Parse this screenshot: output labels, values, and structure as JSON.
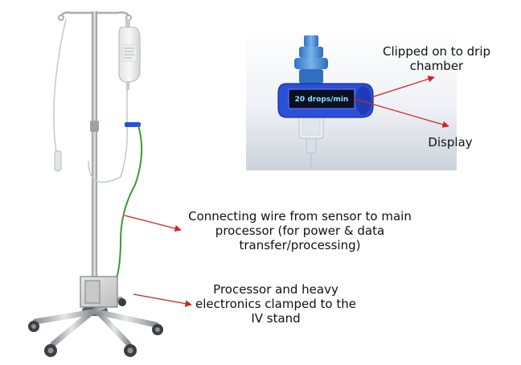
{
  "labels": {
    "clip": "Clipped on to drip chamber",
    "display": "Display",
    "wire": "Connecting wire from sensor to main processor (for power & data transfer/processing)",
    "processor": "Processor and heavy electronics clamped to the IV stand"
  },
  "sensor_display": {
    "reading": "20 drops/min"
  },
  "colors": {
    "arrow": "#d62020",
    "wire": "#3a9a36",
    "sensor_blue": "#2a4fd8",
    "display_bg": "#0a0f22",
    "display_text": "#7fe7ff",
    "pole": "#b9bcc0",
    "processor_box": "#d6d6d6"
  }
}
